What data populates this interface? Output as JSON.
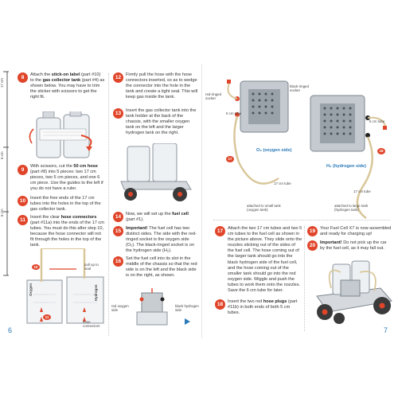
{
  "left_page": {
    "page_number": "6",
    "ruler": {
      "label_top": "17 cm",
      "label_mid": "5 cm",
      "label_low": "5 cm"
    },
    "steps": {
      "s8": {
        "num": "8",
        "text_a": "Attach the ",
        "bold_a": "stick-on label",
        "text_b": " (part #10) to the ",
        "bold_b": "gas collector tank",
        "text_c": " (part #4) as shown below. You may have to trim the sticker with scissors to get the right fit."
      },
      "s9": {
        "num": "9",
        "text_a": "With scissors, cut the ",
        "bold_a": "50 cm hose",
        "text_b": " (part #8) into 5 pieces: two 17 cm pieces, two 5 cm pieces, and one 6 cm piece. Use the guides to the left if you do not have a ruler."
      },
      "s10": {
        "num": "10",
        "text": "Insert the free ends of the 17 cm tubes into the holes in the top of the gas collector tank."
      },
      "s11": {
        "num": "11",
        "text_a": "Insert the clear ",
        "bold_a": "hose connectors",
        "text_b": " (part #11a) into the ends of the 17 cm tubes. You must do this after step 10, because the hose connector will not fit through the holes in the top of the tank."
      },
      "s12": {
        "num": "12",
        "text": "Firmly pull the hose with the hose connectors inserted, so as to wedge the connector into the hole in the tank and create a tight seal. This will keep gas inside the tank."
      },
      "s13": {
        "num": "13",
        "text": "Insert the gas collector tank into the tank holder at the back of the chassis, with the smaller oxygen tank on the left and the larger hydrogen tank on the right."
      },
      "s14": {
        "num": "14",
        "text_a": "Now, we will set up the ",
        "bold_a": "fuel cell",
        "text_b": " (part #1)."
      },
      "s15": {
        "num": "15",
        "text_a": "",
        "bold_a": "Important!",
        "text_b": " The fuel cell has two distinct sides. The side with the red-ringed socket is the oxygen side (O₂). The black-ringed socket is on the hydrogen side (H₂)."
      },
      "s16": {
        "num": "16",
        "text": "Set the fuel cell into its slot in the middle of the chassis so that the red side is on the left and the black side is on the right, as shown."
      }
    },
    "labels": {
      "pull_up_to_seal": "pull up to seal",
      "hose_connectors": "hose connectors",
      "oxygen_side": "red oxygen side",
      "hydrogen_side": "black hydrogen side",
      "tag_oxygen": "Oxygen",
      "tag_hydrogen": "Hydrogen",
      "callout_10": "10",
      "callout_11": "11"
    }
  },
  "right_page": {
    "page_number": "7",
    "labels": {
      "red_ringed_socket": "red-ringed socket",
      "black_ringed_socket": "black-ringed socket",
      "tube_5cm_left": "5 cm tube",
      "tube_5cm_right": "5 cm tube",
      "oxygen_side": "O₂ (oxygen side)",
      "hydrogen_side": "H₂ (hydrogen side)",
      "tube_17cm_left": "17 cm tube",
      "tube_17cm_right": "17 cm tube",
      "attached_small": "attached to small tank (oxygen tank)",
      "attached_large": "attached to large tank (hydrogen tank)",
      "callout_17": "17",
      "callout_18": "18"
    },
    "steps": {
      "s17": {
        "num": "17",
        "text": "Attach the two 17 cm tubes and two 5 cm tubes to the fuel cell as shown in the picture above. They slide onto the nozzles sticking out of the sides of the fuel cell. The hose coming out of the larger tank should go into the black hydrogen side of the fuel cell, and the hose coming out of the smaller tank should go into the red oxygen side. Wiggle and push the tubes to work them onto the nozzles. Save the 6 cm tube for later."
      },
      "s18": {
        "num": "18",
        "text_a": "Insert the two red ",
        "bold_a": "hose plugs",
        "text_b": " (part #11b) in both ends of both 5 cm tubes."
      },
      "s19": {
        "num": "19",
        "text": "Your Fuel Cell X7 is now assembled and ready for charging up!"
      },
      "s20": {
        "num": "20",
        "text_a": "",
        "bold_a": "Important!",
        "text_b": " Do not pick up the car by the fuel cell, as it may fall out."
      }
    }
  },
  "colors": {
    "accent_red": "#e0452a",
    "accent_blue": "#2a7ab8",
    "hose": "#d9c79a",
    "metal": "#b9bfc6"
  }
}
